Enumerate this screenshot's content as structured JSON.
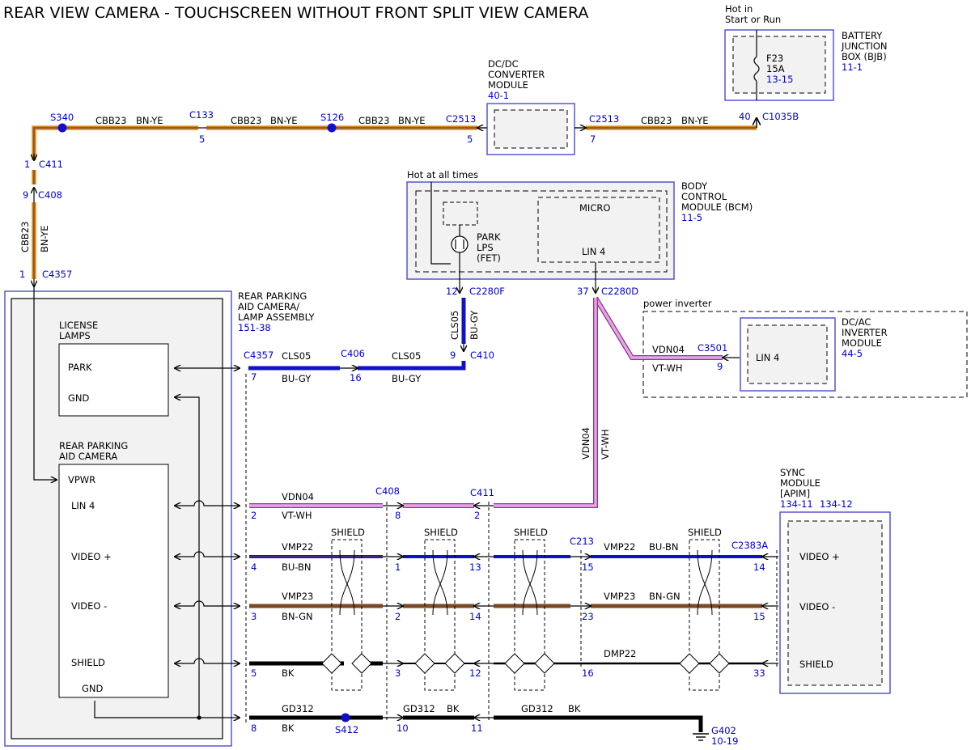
{
  "title": "REAR VIEW CAMERA - TOUCHSCREEN WITHOUT FRONT SPLIT VIEW CAMERA",
  "colors": {
    "bnye": "#a0561e",
    "bnye_edge": "#f2b53c",
    "blue": "#1010cc",
    "pink": "#e8a6e6",
    "pink_edge": "#8a3a88",
    "brown": "#7a4a26",
    "black": "#000000",
    "ref": "#0000cc",
    "module_fill": "#f2f2f2",
    "module_border": "#4a4ad0"
  },
  "bjb": {
    "note1": "Hot in",
    "note2": "Start or Run",
    "l1": "BATTERY",
    "l2": "JUNCTION",
    "l3": "BOX (BJB)",
    "ref": "11-1",
    "fuse": "F23",
    "amp": "15A",
    "fref": "13-15",
    "pin": "40",
    "conn": "C1035B"
  },
  "dcdc": {
    "l1": "DC/DC",
    "l2": "CONVERTER",
    "l3": "MODULE",
    "ref": "40-1"
  },
  "bcm": {
    "note": "Hot at all times",
    "l1": "BODY",
    "l2": "CONTROL",
    "l3": "MODULE (BCM)",
    "ref": "11-5",
    "micro": "MICRO",
    "park1": "PARK",
    "park2": "LPS",
    "park3": "(FET)",
    "lin": "LIN 4",
    "pin_park": "12",
    "conn_park": "C2280F",
    "pin_lin": "37",
    "conn_lin": "C2280D"
  },
  "inverter": {
    "title": "power inverter",
    "l1": "DC/AC",
    "l2": "INVERTER",
    "l3": "MODULE",
    "ref": "44-5",
    "lin": "LIN 4",
    "conn": "C3501",
    "pin": "9",
    "wire": "VDN04",
    "color": "VT-WH"
  },
  "sync": {
    "l1": "SYNC",
    "l2": "MODULE",
    "l3": "[APIM]",
    "ref1": "134-11",
    "ref2": "134-12",
    "video_p": "VIDEO +",
    "video_m": "VIDEO -",
    "shield": "SHIELD"
  },
  "rear": {
    "l1": "REAR PARKING",
    "l2": "AID CAMERA/",
    "l3": "LAMP ASSEMBLY",
    "ref": "151-38",
    "lamps1": "LICENSE",
    "lamps2": "LAMPS",
    "park": "PARK",
    "gnd": "GND",
    "cam1": "REAR PARKING",
    "cam2": "AID CAMERA",
    "vpwr": "VPWR",
    "lin": "LIN 4",
    "video_p": "VIDEO +",
    "video_m": "VIDEO -",
    "shield": "SHIELD",
    "cam_gnd": "GND"
  },
  "top_run": {
    "cbb": "CBB23",
    "color": "BN-YE",
    "s340": "S340",
    "c133": "C133",
    "c133_pin": "5",
    "s126": "S126",
    "c2513_l": "C2513",
    "c2513_l_pin": "5",
    "c2513_r": "C2513",
    "c2513_r_pin": "7"
  },
  "left_run": {
    "c411": "C411",
    "c411_pin": "1",
    "c408": "C408",
    "c408_pin": "9",
    "wire": "CBB23",
    "color": "BN-YE",
    "c4357": "C4357",
    "c4357_pin": "1"
  },
  "park_run": {
    "wire": "CLS05",
    "color": "BU-GY",
    "c4357": "C4357",
    "c4357_pin": "7",
    "c406": "C406",
    "c406_pin": "16",
    "c410": "C410",
    "c410_pin": "9"
  },
  "lin_run": {
    "wire": "VDN04",
    "color": "VT-WH",
    "pin_cam": "2",
    "c408": "C408",
    "c408_pin": "8",
    "c411": "C411",
    "c411_pin": "2"
  },
  "video_p_run": {
    "wire": "VMP22",
    "color": "BU-BN",
    "p1": "4",
    "p2": "1",
    "p3": "13",
    "c213": "C213",
    "p4": "15",
    "c2383a": "C2383A",
    "p5": "14"
  },
  "video_m_run": {
    "wire": "VMP23",
    "color": "BN-GN",
    "p1": "3",
    "p2": "2",
    "p3": "14",
    "p4": "23",
    "p5": "15"
  },
  "shield_run": {
    "wire": "DMP22",
    "color": "BK",
    "p1": "5",
    "p2": "3",
    "p3": "12",
    "p4": "16",
    "p5": "33"
  },
  "gnd_run": {
    "wire": "GD312",
    "color": "BK",
    "p1": "8",
    "s412": "S412",
    "p2": "10",
    "p3": "11",
    "g402": "G402",
    "g402_ref": "10-19"
  },
  "shield_label": "SHIELD"
}
